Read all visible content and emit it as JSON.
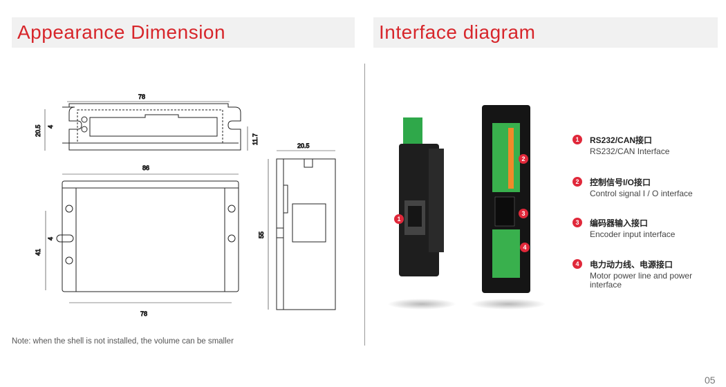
{
  "sections": {
    "left_title": "Appearance Dimension",
    "right_title": "Interface diagram"
  },
  "dimensions": {
    "top_width": "78",
    "top_height": "20.5",
    "top_slot": "4",
    "top_right": "11.7",
    "front_width_outer": "86",
    "front_height": "41",
    "front_slot": "4",
    "front_width_inner": "78",
    "side_width": "20.5",
    "side_height": "55"
  },
  "note": "Note: when the shell is not installed, the volume can be smaller",
  "page_number": "05",
  "interfaces": [
    {
      "num": "1",
      "cn": "RS232/CAN接口",
      "en": "RS232/CAN Interface"
    },
    {
      "num": "2",
      "cn": "控制信号I/O接口",
      "en": "Control signal I / O interface"
    },
    {
      "num": "3",
      "cn": "编码器输入接口",
      "en": "Encoder input interface"
    },
    {
      "num": "4",
      "cn": "电力动力线、电源接口",
      "en": "Motor power line and power interface"
    }
  ],
  "colors": {
    "accent": "#d7262b",
    "badge": "#e0283a"
  }
}
